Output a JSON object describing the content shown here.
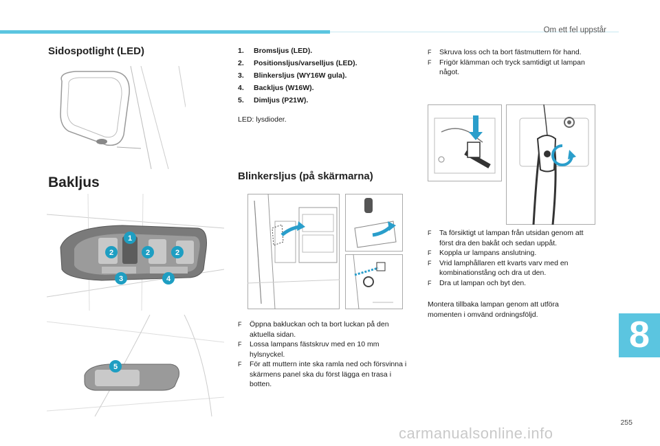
{
  "header": {
    "running_head": "Om ett fel uppstår"
  },
  "sections": {
    "sidospot_title": "Sidospotlight (LED)",
    "bakljus_title": "Bakljus",
    "blinker_title": "Blinkersljus (på skärmarna)"
  },
  "lamps": [
    {
      "num": "1.",
      "label": "Bromsljus (LED)."
    },
    {
      "num": "2.",
      "label": "Positionsljus/varselljus (LED)."
    },
    {
      "num": "3.",
      "label": "Blinkersljus (WY16W gula)."
    },
    {
      "num": "4.",
      "label": "Backljus (W16W)."
    },
    {
      "num": "5.",
      "label": "Dimljus (P21W)."
    }
  ],
  "led_note": "LED: lysdioder.",
  "blinker_steps": [
    "Öppna bakluckan och ta bort luckan på den aktuella sidan.",
    "Lossa lampans fästskruv med en 10 mm hylsnyckel.",
    "För att muttern inte ska ramla ned och försvinna i skärmens panel ska du först lägga en trasa i botten."
  ],
  "right_steps_top": [
    "Skruva loss och ta bort fästmuttern för hand.",
    "Frigör klämman och tryck samtidigt ut lampan något."
  ],
  "right_steps_bottom": [
    "Ta försiktigt ut lampan från utsidan genom att först dra den bakåt och sedan uppåt.",
    "Koppla ur lampans anslutning.",
    "Vrid lamphållaren ett kvarts varv med en kombinationstång och dra ut den.",
    "Dra ut lampan och byt den."
  ],
  "closing_note": "Montera tillbaka lampan genom att utföra momenten i omvänd ordningsföljd.",
  "bullet_glyph": "F",
  "badges": [
    "1",
    "2",
    "2",
    "2",
    "3",
    "4",
    "5"
  ],
  "chapter_number": "8",
  "page_number": "255",
  "watermark": "carmanualsonline.info",
  "colors": {
    "accent": "#5bc5e0",
    "badge": "#1e9ec2",
    "arrow": "#2a9ecb"
  }
}
